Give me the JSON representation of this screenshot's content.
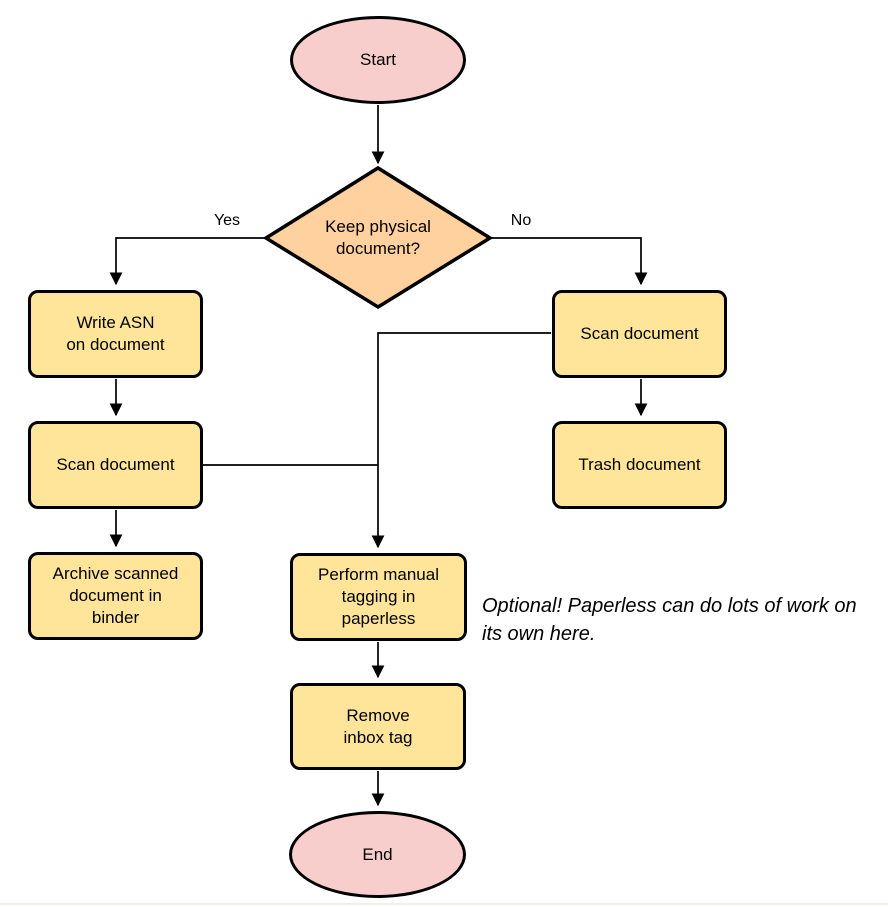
{
  "palette": {
    "terminal_fill": "#f8cecc",
    "process_fill": "#ffe59a",
    "decision_fill": "#ffd19e",
    "stroke": "#000000",
    "background": "#ffffff"
  },
  "nodes": {
    "start": {
      "type": "terminal",
      "label": "Start"
    },
    "decision": {
      "type": "decision",
      "label": "Keep physical\ndocument?"
    },
    "write_asn": {
      "type": "process",
      "label": "Write ASN\non document"
    },
    "scan_left": {
      "type": "process",
      "label": "Scan document"
    },
    "archive": {
      "type": "process",
      "label": "Archive scanned\ndocument in\nbinder"
    },
    "scan_right": {
      "type": "process",
      "label": "Scan document"
    },
    "trash": {
      "type": "process",
      "label": "Trash document"
    },
    "tagging": {
      "type": "process",
      "label": "Perform manual\ntagging in\npaperless"
    },
    "remove_inbox": {
      "type": "process",
      "label": "Remove\ninbox tag"
    },
    "end": {
      "type": "terminal",
      "label": "End"
    }
  },
  "edge_labels": {
    "yes": "Yes",
    "no": "No"
  },
  "annotation": "Optional! Paperless can do lots of work on\nits own here."
}
